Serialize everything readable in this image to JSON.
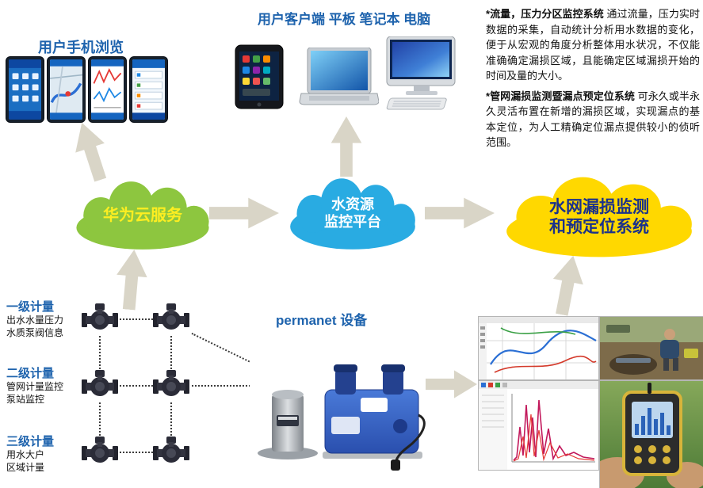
{
  "titles": {
    "mobile": "用户手机浏览",
    "clients": "用户客户端 平板 笔记本 电脑",
    "permanet": "permanet 设备"
  },
  "clouds": {
    "huawei": {
      "label": "华为云服务",
      "color": "#8dc63f",
      "text_color": "#fdee21"
    },
    "platform": {
      "line1": "水资源",
      "line2": "监控平台",
      "color": "#29abe2",
      "text_color": "#ffffff"
    },
    "leak": {
      "line1": "水网漏损监测",
      "line2": "和预定位系统",
      "color": "#ffd800",
      "text_color": "#1a318c"
    }
  },
  "annotations": {
    "para1_lead": "*流量，压力分区监控系统",
    "para1_body": " 通过流量，压力实时数据的采集，自动统计分析用水数据的变化，便于从宏观的角度分析整体用水状况，不仅能准确确定漏损区域，且能确定区域漏损开始的时间及量的大小。",
    "para2_lead": "*管网漏损监测暨漏点预定位系统",
    "para2_body": " 可永久或半永久灵活布置在新增的漏损区域，实现漏点的基本定位，为人工精确定位漏点提供较小的侦听范围。"
  },
  "metering": {
    "level1": {
      "title": "一级计量",
      "desc1": "出水水量压力",
      "desc2": "水质泵阀信息"
    },
    "level2": {
      "title": "二级计量",
      "desc1": "管网计量监控",
      "desc2": "泵站监控"
    },
    "level3": {
      "title": "三级计量",
      "desc1": "用水大户",
      "desc2": "区域计量"
    }
  },
  "colors": {
    "title_blue": "#1e63ad",
    "arrow_gray": "#d9d5c7",
    "cloud_green": "#8dc63f",
    "cloud_blue": "#29abe2",
    "cloud_yellow": "#ffd800"
  }
}
